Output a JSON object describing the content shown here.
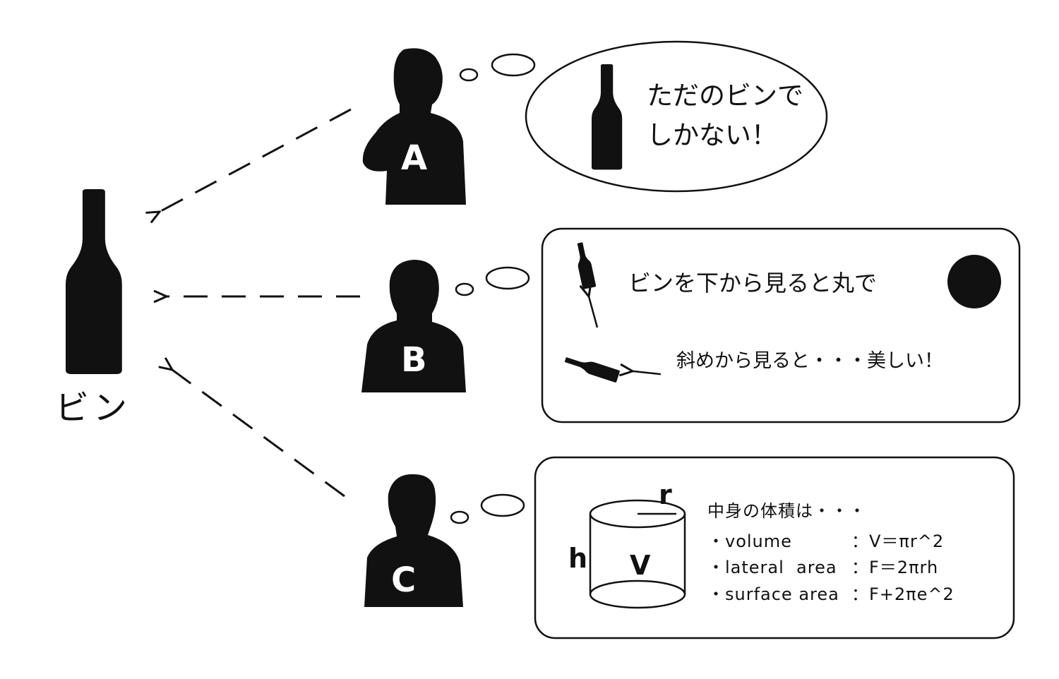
{
  "main_object": {
    "label": "ビン"
  },
  "persons": [
    {
      "id": "A",
      "letter": "A",
      "thought_lines": [
        "ただのビンで",
        "しかない！"
      ]
    },
    {
      "id": "B",
      "letter": "B",
      "thought_lines": [
        "ビンを下から見ると丸で",
        "斜めから見ると・・・美しい！"
      ]
    },
    {
      "id": "C",
      "letter": "C",
      "heading": "中身の体積は・・・",
      "formulas": [
        {
          "name": "・volume",
          "expr": "：V＝πr^2"
        },
        {
          "name": "・lateral  area",
          "expr": "：F＝2πrh"
        },
        {
          "name": "・surface area",
          "expr": "：F+2πe^2"
        }
      ],
      "cylinder": {
        "h_label": "h",
        "r_label": "r",
        "v_label": "V"
      }
    }
  ],
  "colors": {
    "ink": "#111111",
    "background": "#ffffff"
  },
  "icons": [
    "bottle-icon",
    "person-silhouette-icon",
    "thought-bubble-icon",
    "dashed-arrow-icon",
    "circle-icon",
    "cylinder-icon"
  ]
}
